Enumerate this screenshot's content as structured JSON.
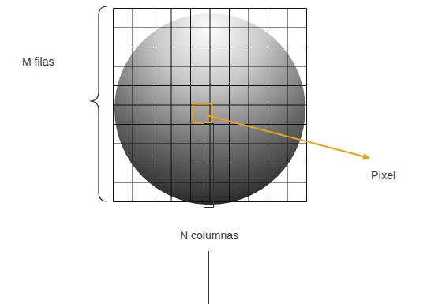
{
  "diagram": {
    "labels": [
      "M filas",
      "Píxel",
      "N columnas"
    ]
  }
}
